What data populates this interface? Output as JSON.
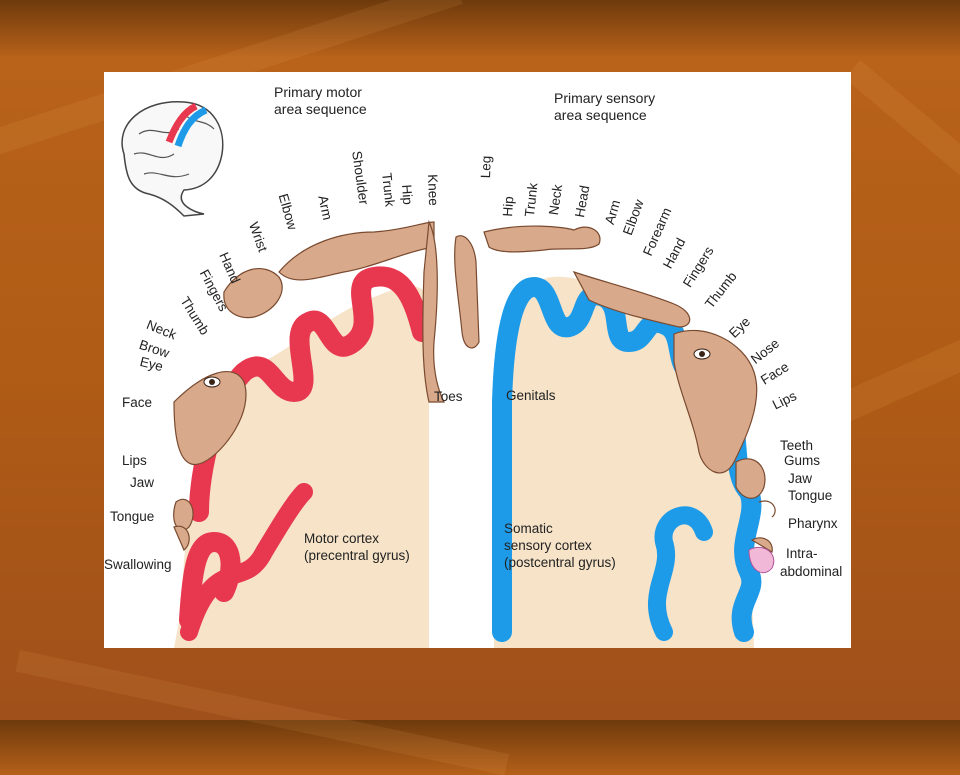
{
  "colors": {
    "motor": "#e8384f",
    "sensory": "#1e9be8",
    "body": "#d8a98a",
    "tissue": "#f6e3c8"
  },
  "headings": {
    "motor": [
      "Primary motor",
      "area sequence"
    ],
    "sensory": [
      "Primary sensory",
      "area sequence"
    ]
  },
  "motor_labels": {
    "rotated": [
      "Thumb",
      "Fingers",
      "Hand",
      "Wrist",
      "Elbow",
      "Arm",
      "Shoulder",
      "Trunk",
      "Hip",
      "Knee"
    ],
    "side": [
      "Neck",
      "Brow",
      "Eye",
      "Face",
      "Lips",
      "Jaw",
      "Tongue",
      "Swallowing"
    ],
    "toes": "Toes"
  },
  "sensory_labels": {
    "rotated": [
      "Leg",
      "Hip",
      "Trunk",
      "Neck",
      "Head",
      "Arm",
      "Elbow",
      "Forearm",
      "Hand",
      "Fingers",
      "Thumb",
      "Eye",
      "Nose",
      "Face",
      "Lips"
    ],
    "side": [
      "Teeth",
      "Gums",
      "Jaw",
      "Tongue",
      "Pharynx",
      "Intra-",
      "abdominal"
    ],
    "genitals": "Genitals"
  },
  "cortex": {
    "motor": [
      "Motor cortex",
      "(precentral gyrus)"
    ],
    "sensory": [
      "Somatic",
      "sensory cortex",
      "(postcentral gyrus)"
    ]
  },
  "icons": [
    "brain-icon",
    "motor-homunculus",
    "sensory-homunculus"
  ]
}
